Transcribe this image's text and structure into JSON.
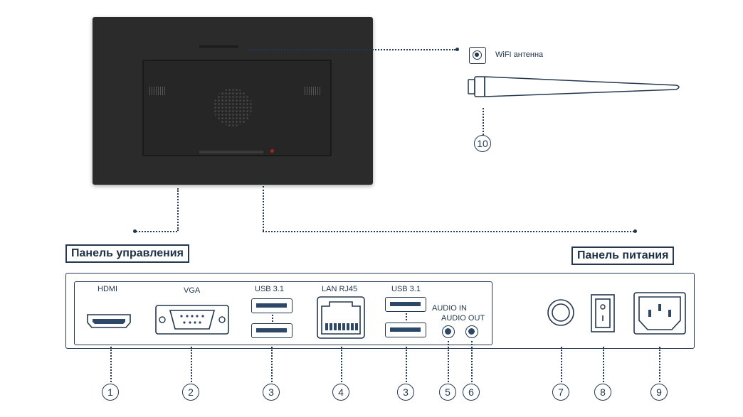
{
  "wifi": {
    "label": "WiFI антенна",
    "number": "10"
  },
  "control_panel": {
    "title": "Панель управления",
    "ports": [
      {
        "label": "HDMI",
        "number": "1"
      },
      {
        "label": "VGA",
        "number": "2"
      },
      {
        "label": "USB 3.1",
        "number": "3"
      },
      {
        "label": "LAN RJ45",
        "number": "4"
      },
      {
        "label": "USB 3.1",
        "number": "3"
      },
      {
        "label": "AUDIO IN",
        "number": "5"
      },
      {
        "label": "AUDIO OUT",
        "number": "6"
      }
    ]
  },
  "power_panel": {
    "title": "Панель питания",
    "numbers": [
      "7",
      "8",
      "9"
    ]
  },
  "colors": {
    "line": "#23374e",
    "device": "#2a2a2a"
  },
  "icons": [
    "hdmi-port-icon",
    "vga-port-icon",
    "usb-port-icon",
    "rj45-port-icon",
    "audio-jack-icon",
    "power-button-icon",
    "rocker-switch-icon",
    "power-socket-icon",
    "antenna-icon"
  ]
}
